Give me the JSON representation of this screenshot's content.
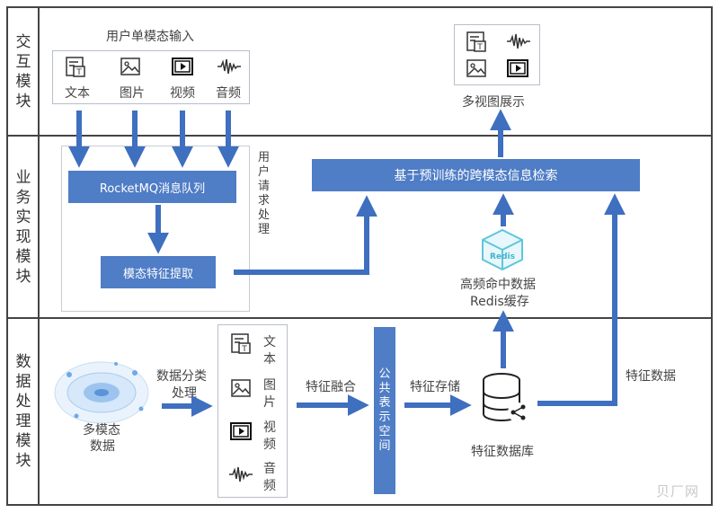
{
  "sections": {
    "interaction": "交互模块",
    "business": "业务实现模块",
    "data": "数据处理模块"
  },
  "input": {
    "title": "用户单模态输入",
    "items": [
      "文本",
      "图片",
      "视频",
      "音频"
    ]
  },
  "display": {
    "label": "多视图展示"
  },
  "business": {
    "queue": "RocketMQ消息队列",
    "extract": "模态特征提取",
    "request_label": "用户请求处理",
    "retrieval": "基于预训练的跨模态信息检索",
    "redis_icon_text": "Redis",
    "redis_label_1": "高频命中数据",
    "redis_label_2": "Redis缓存"
  },
  "data": {
    "multimodal_1": "多模态",
    "multimodal_2": "数据",
    "classify_1": "数据分类",
    "classify_2": "处理",
    "items": [
      "文本",
      "图片",
      "视频",
      "音频"
    ],
    "fusion": "特征融合",
    "common_space": "公共表示空间",
    "storage": "特征存储",
    "database": "特征数据库",
    "feature_data": "特征数据"
  },
  "watermark": "贝厂网",
  "colors": {
    "accent": "#4f7dc6",
    "arrow": "#3f6fbf",
    "border": "#444444"
  }
}
